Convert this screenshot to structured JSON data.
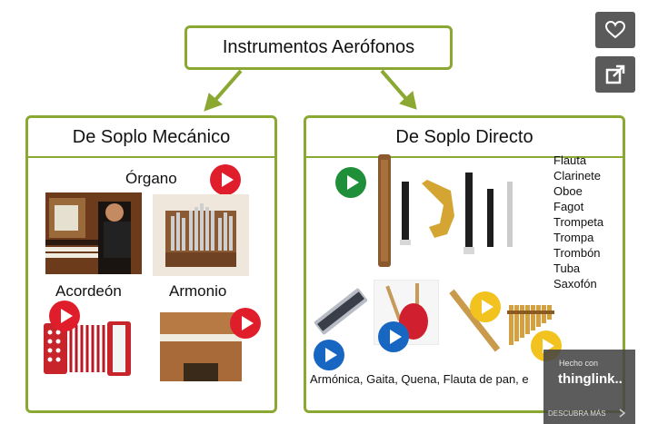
{
  "map": {
    "title": "Instrumentos Aerófonos",
    "left_panel": {
      "heading": "De Soplo Mecánico",
      "items": [
        {
          "label": "Órgano"
        },
        {
          "label": "Acordeón"
        },
        {
          "label": "Armonio"
        }
      ]
    },
    "right_panel": {
      "heading": "De Soplo Directo",
      "list": [
        "Flauta",
        "Clarinete",
        "Oboe",
        "Fagot",
        "Trompeta",
        "Trompa",
        "Trombón",
        "Tuba",
        "Saxofón"
      ],
      "caption": "Armónica, Gaita, Quena, Flauta de pan, e"
    }
  },
  "actions": {
    "like_icon": "heart-icon",
    "share_icon": "external-link-icon"
  },
  "badge": {
    "made_with": "Hecho con",
    "brand_a": "thing",
    "brand_b": "link",
    "dots": "..",
    "discover": "DESCUBRA MÁS"
  },
  "colors": {
    "border": "#8aa832",
    "play_red": "#e01e2b",
    "play_green": "#1f8f3a",
    "play_blue": "#1766c2",
    "play_yellow": "#f2c21e"
  }
}
